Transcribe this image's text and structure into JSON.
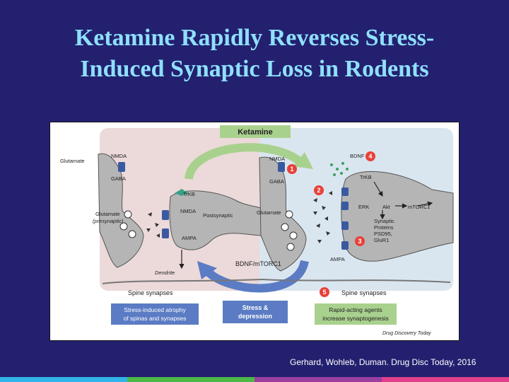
{
  "slide": {
    "title_line1": "Ketamine Rapidly Reverses Stress-",
    "title_line2": "Induced Synaptic Loss in Rodents",
    "citation": "Gerhard, Wohleb, Duman. Drug Disc Today, 2016"
  },
  "figure": {
    "top_box": "Ketamine",
    "middle_box_line1": "Stress &",
    "middle_box_line2": "depression",
    "left_box_line1": "Stress-induced atrophy",
    "left_box_line2": "of spinas and synapses",
    "right_box_line1": "Rapid-acting agents",
    "right_box_line2": "increase synaptogenesis",
    "credit": "Drug Discovery Today",
    "left": {
      "glutamate": "Glutamate",
      "nmda": "NMDA",
      "gaba": "GABA",
      "glutamate_pre_line1": "Glutamate",
      "glutamate_pre_line2": "(presynaptic)",
      "trkb": "TrKB",
      "nmda_post": "NMDA",
      "postsynaptic": "Postsynaptic",
      "ampa": "AMPA",
      "dendrite": "Dendrite",
      "spine": "Spine synapses"
    },
    "center": {
      "bdnf_mtorc1": "BDNF/mTORC1"
    },
    "right": {
      "nmda": "NMDA",
      "gaba": "GABA",
      "glutamate": "Glutamate",
      "bdnf": "BDNF",
      "trkb": "TrKB",
      "erk": "ERK",
      "akt": "Akt",
      "mtorc1": "mTORC1",
      "synaptic": "Synaptic",
      "proteins": "Proteins",
      "psd95": "PSD95,",
      "glur1": "GluR1",
      "ampa": "AMPA",
      "spine": "Spine synapses"
    },
    "steps": [
      "1",
      "2",
      "3",
      "4",
      "5"
    ]
  },
  "colors": {
    "background": "#23206f",
    "title": "#8fe0ff",
    "left_panel": "#ecd9d9",
    "right_panel": "#dae6ef",
    "box_blue": "#5b7cc4",
    "box_green": "#a9d18e",
    "step_red": "#e8413a",
    "receptor": "#3a5aa0"
  }
}
